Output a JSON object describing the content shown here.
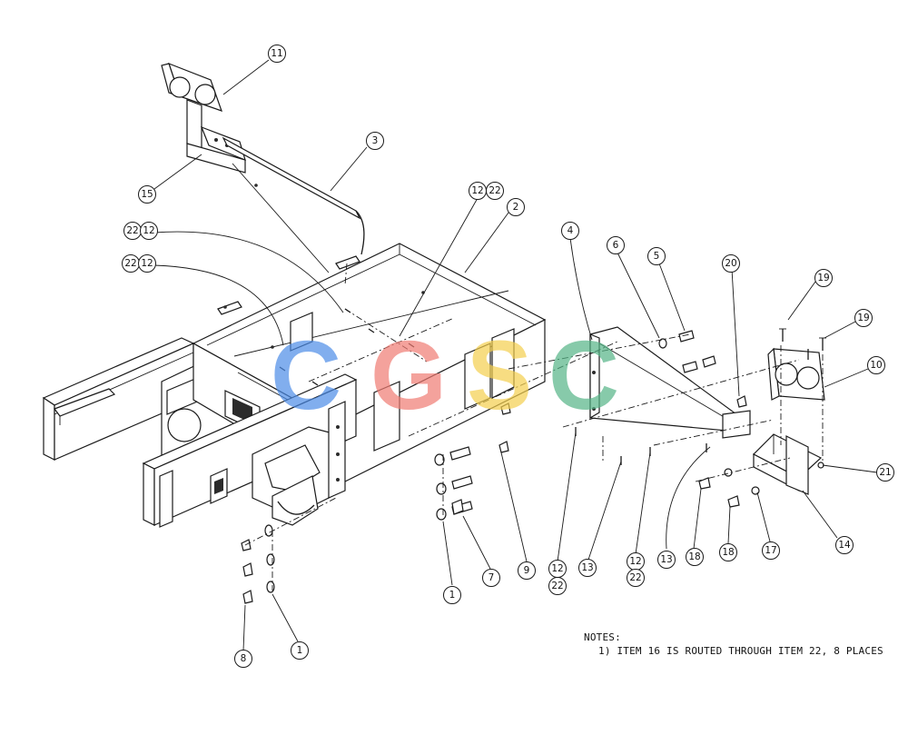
{
  "balloons": [
    {
      "id": "b11",
      "text": "11"
    },
    {
      "id": "b3",
      "text": "3"
    },
    {
      "id": "b15",
      "text": "15"
    },
    {
      "id": "b1222a",
      "text": "12"
    },
    {
      "id": "b1222b",
      "text": "22"
    },
    {
      "id": "b2",
      "text": "2"
    },
    {
      "id": "b2212a",
      "text": "22"
    },
    {
      "id": "b2212b",
      "text": "12"
    },
    {
      "id": "b2212c",
      "text": "22"
    },
    {
      "id": "b2212d",
      "text": "12"
    },
    {
      "id": "b4",
      "text": "4"
    },
    {
      "id": "b6",
      "text": "6"
    },
    {
      "id": "b5",
      "text": "5"
    },
    {
      "id": "b20",
      "text": "20"
    },
    {
      "id": "b19a",
      "text": "19"
    },
    {
      "id": "b19b",
      "text": "19"
    },
    {
      "id": "b10",
      "text": "10"
    },
    {
      "id": "b21",
      "text": "21"
    },
    {
      "id": "b14",
      "text": "14"
    },
    {
      "id": "b17",
      "text": "17"
    },
    {
      "id": "b18a",
      "text": "18"
    },
    {
      "id": "b18b",
      "text": "18"
    },
    {
      "id": "b13a",
      "text": "13"
    },
    {
      "id": "b13b",
      "text": "13"
    },
    {
      "id": "b12a",
      "text": "12"
    },
    {
      "id": "b22a",
      "text": "22"
    },
    {
      "id": "b12b",
      "text": "12"
    },
    {
      "id": "b22b",
      "text": "22"
    },
    {
      "id": "b9",
      "text": "9"
    },
    {
      "id": "b7",
      "text": "7"
    },
    {
      "id": "b1a",
      "text": "1"
    },
    {
      "id": "b1b",
      "text": "1"
    },
    {
      "id": "b8",
      "text": "8"
    }
  ],
  "watermark": {
    "letters": [
      "C",
      "G",
      "S",
      "C"
    ],
    "colors": [
      "#4d8de8",
      "#f07c73",
      "#f4cf4e",
      "#55b587"
    ]
  },
  "notes": {
    "heading": "NOTES:",
    "line1": "1) ITEM 16 IS ROUTED THROUGH ITEM 22, 8 PLACES"
  }
}
